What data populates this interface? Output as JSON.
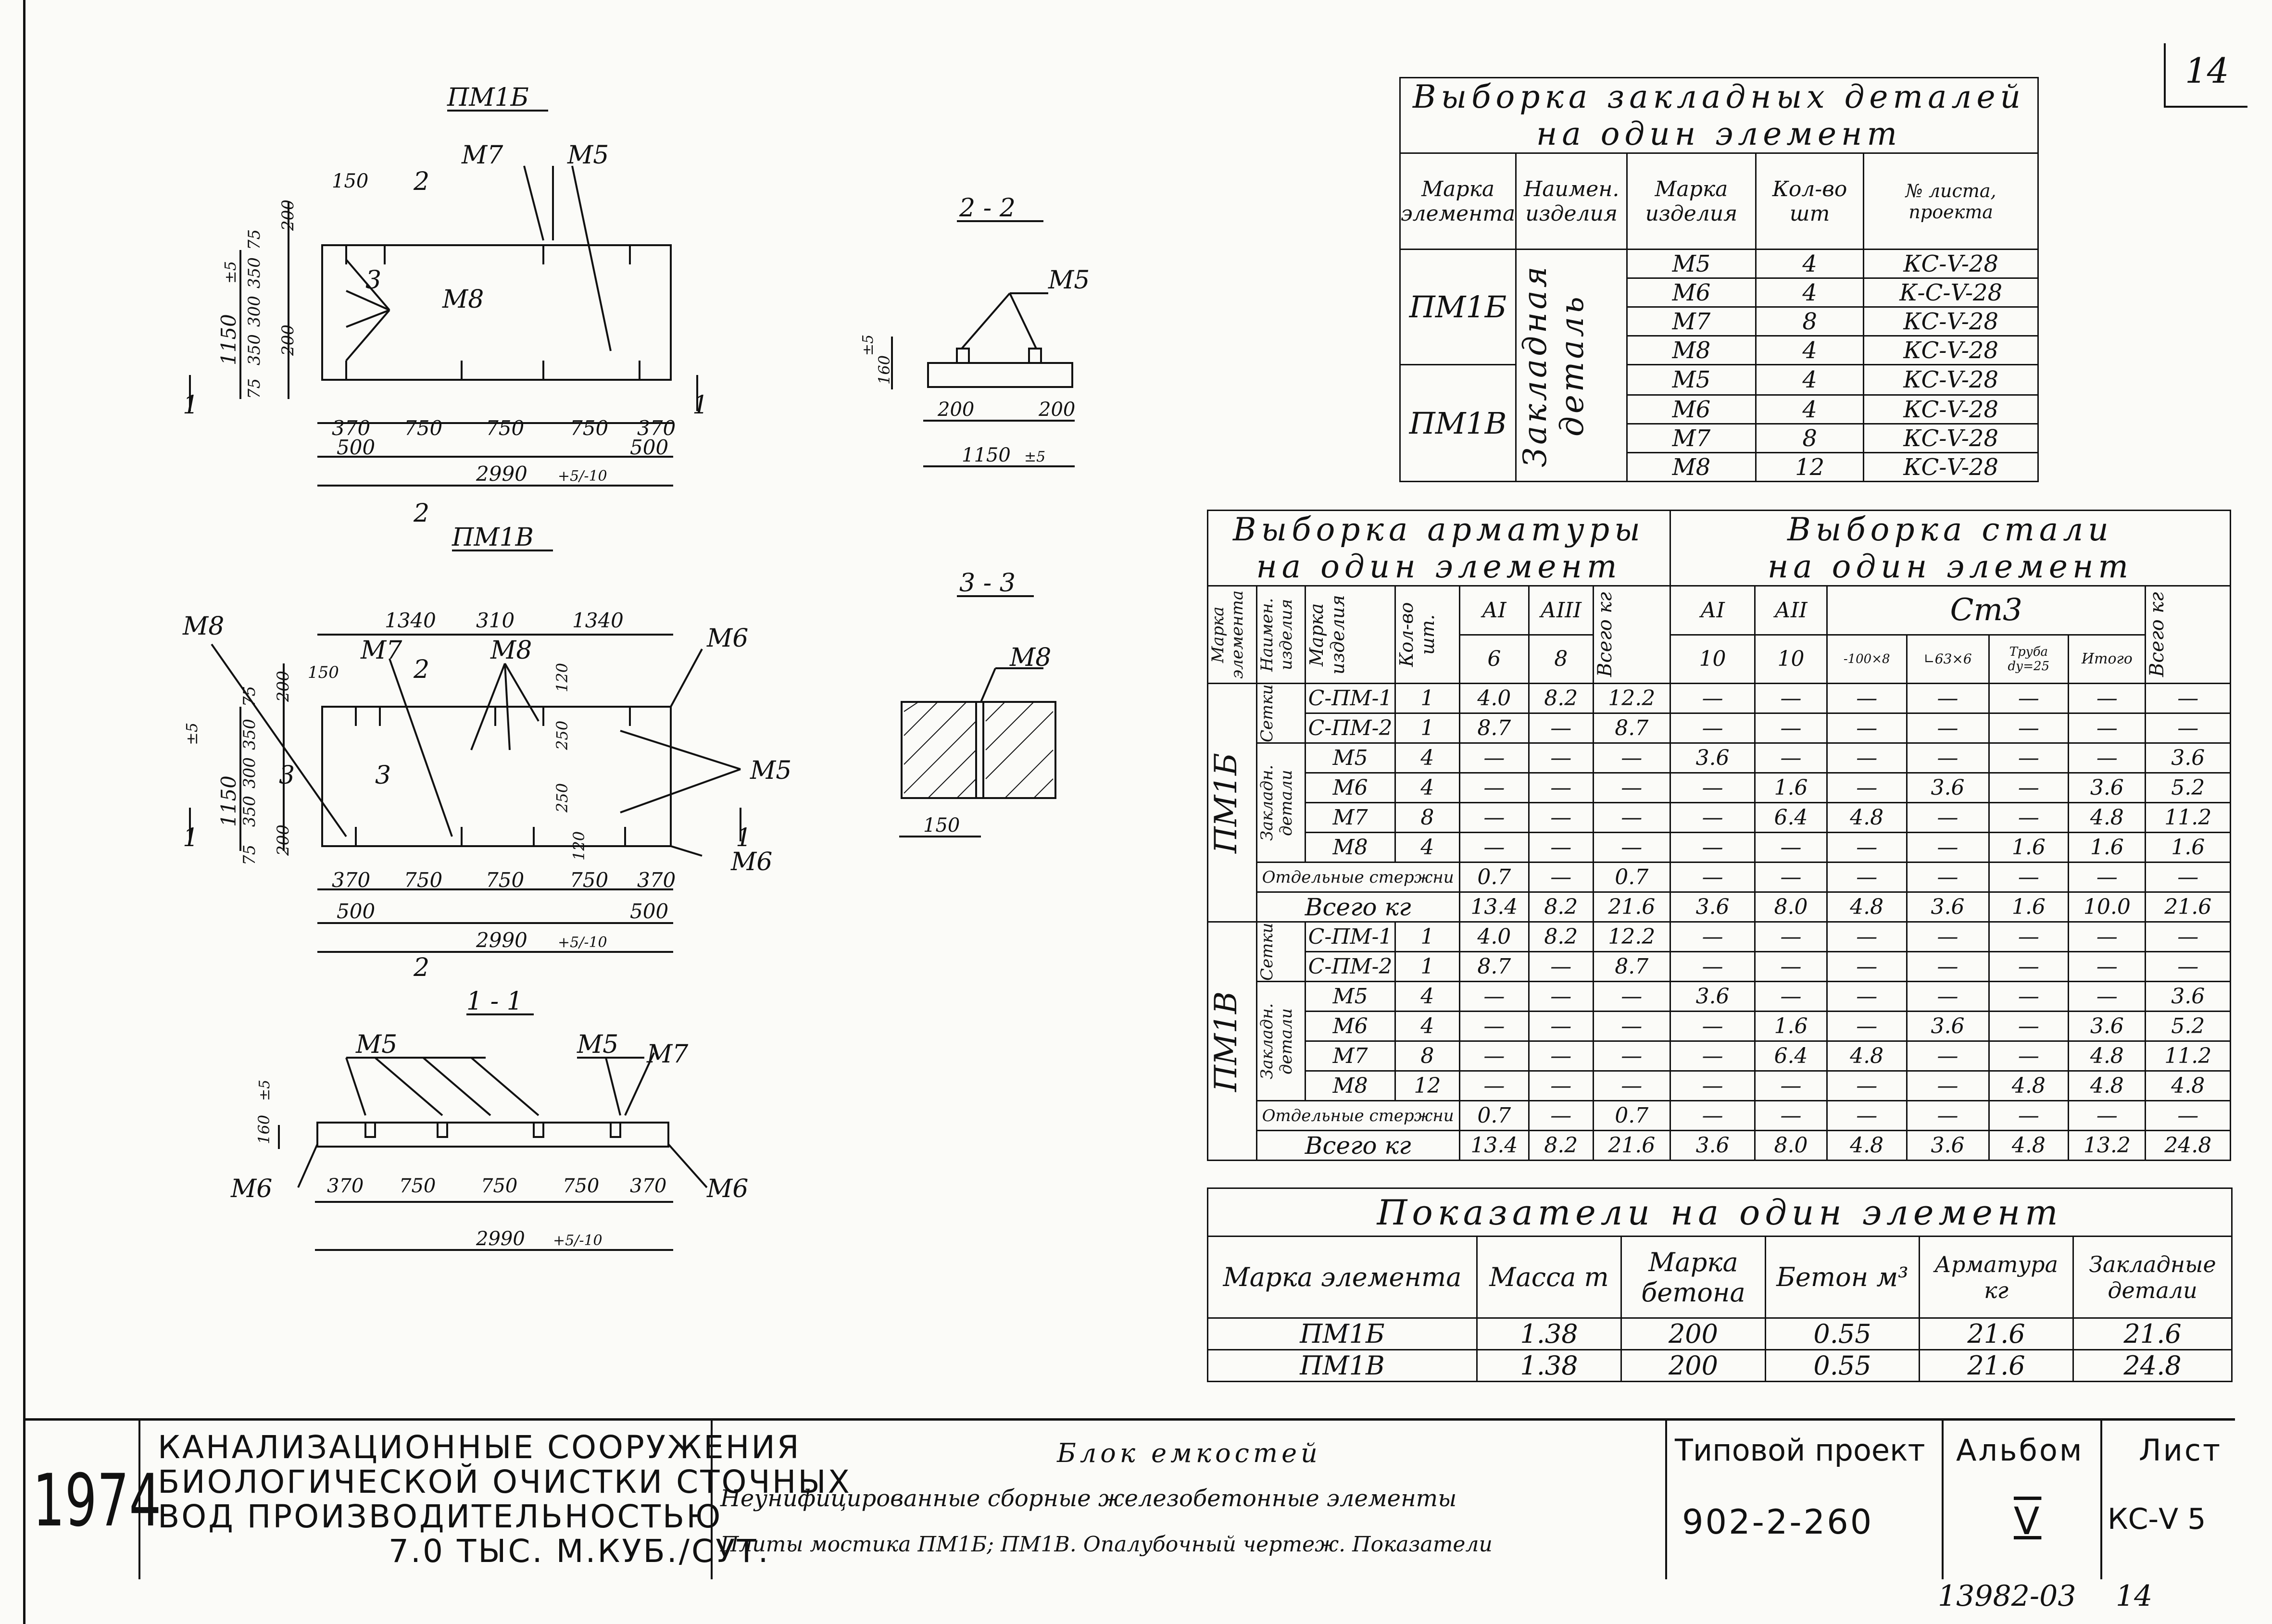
{
  "sheet_corner_number": "14",
  "footer_number": "13982-03",
  "footer_page": "14",
  "drawings": {
    "pm1b": {
      "title": "ПМ1Б",
      "marks": [
        "М7",
        "М5",
        "М8"
      ],
      "section_marks": [
        "2",
        "3",
        "1"
      ],
      "dims_v": [
        "75",
        "200",
        "350",
        "300",
        "350",
        "200",
        "75"
      ],
      "total_h": "1150",
      "tol_h": "±5",
      "dims_h_top": [
        "150"
      ],
      "dims_h": [
        "370",
        "750",
        "750",
        "750",
        "370"
      ],
      "dims_h2": [
        "500",
        "500"
      ],
      "total_w": "2990",
      "tol_w": "+5/-10"
    },
    "pm1v": {
      "title": "ПМ1В",
      "marks": [
        "М8",
        "М7",
        "М8",
        "М6",
        "М5",
        "М6"
      ],
      "section_marks": [
        "2",
        "3",
        "3",
        "1"
      ],
      "dims_top": [
        "1340",
        "310",
        "1340"
      ],
      "dims_small": [
        "150",
        "120",
        "250",
        "250",
        "120"
      ],
      "dims_v": [
        "75",
        "200",
        "350",
        "300",
        "350",
        "75",
        "200"
      ],
      "total_h": "1150",
      "tol_h": "±5",
      "dims_h": [
        "370",
        "750",
        "750",
        "750",
        "370"
      ],
      "dims_h2": [
        "500",
        "500"
      ],
      "total_w": "2990",
      "tol_w": "+5/-10"
    },
    "sec22": {
      "title": "2 - 2",
      "mark": "М5",
      "h": "160",
      "tol": "±5",
      "dims": [
        "200",
        "200"
      ],
      "total": "1150",
      "total_tol": "±5"
    },
    "sec33": {
      "title": "3 - 3",
      "mark": "М8",
      "dim": "150"
    },
    "sec11": {
      "title": "1 - 1",
      "marks": [
        "М5",
        "М5",
        "М7",
        "М6",
        "М6"
      ],
      "h": "160",
      "tol": "±5",
      "dims_h": [
        "370",
        "750",
        "750",
        "750",
        "370"
      ],
      "total_w": "2990",
      "tol_w": "+5/-10"
    }
  },
  "embedded_table": {
    "title_line1": "Выборка закладных деталей",
    "title_line2": "на один элемент",
    "headers": [
      "Марка элемента",
      "Наимен. изделия",
      "Марка изделия",
      "Кол-во шт",
      "№ листа, проекта"
    ],
    "name_merged": "Закладная деталь",
    "groups": [
      {
        "element": "ПМ1Б",
        "rows": [
          [
            "М5",
            "4",
            "КС-V-28"
          ],
          [
            "М6",
            "4",
            "К-С-V-28"
          ],
          [
            "М7",
            "8",
            "КС-V-28"
          ],
          [
            "М8",
            "4",
            "КС-V-28"
          ]
        ]
      },
      {
        "element": "ПМ1В",
        "rows": [
          [
            "М5",
            "4",
            "КС-V-28"
          ],
          [
            "М6",
            "4",
            "КС-V-28"
          ],
          [
            "М7",
            "8",
            "КС-V-28"
          ],
          [
            "М8",
            "12",
            "КС-V-28"
          ]
        ]
      }
    ]
  },
  "rebar_table": {
    "title_left_1": "Выборка арматуры",
    "title_left_2": "на один элемент",
    "title_right_1": "Выборка стали",
    "title_right_2": "на один элемент",
    "h_mark": "Марка элемента",
    "h_name": "Наимен. изделия",
    "h_item": "Марка изделия",
    "h_qty": "Кол-во шт.",
    "h_a1": "АI",
    "h_a3": "АIII",
    "h_total_kg": "Всего кг",
    "h_a1b": "АI",
    "h_a2": "АII",
    "h_st3": "Ст3",
    "h_total2": "Всего кг",
    "sub_d": [
      "6",
      "8",
      "10",
      "10"
    ],
    "sub_st3": [
      "-100×8",
      "∟63×6",
      "Труба dу=25",
      "Итого"
    ],
    "lbl_setki": "Сетки",
    "lbl_zakl": "Закладн. детали",
    "lbl_otd": "Отдельные стержни",
    "lbl_vsego": "Всего",
    "lbl_kg": "кг",
    "groups": [
      {
        "element": "ПМ1Б",
        "rows": [
          [
            "С-ПМ-1",
            "1",
            "4.0",
            "8.2",
            "12.2",
            "—",
            "—",
            "—",
            "—",
            "—",
            "—",
            "—"
          ],
          [
            "С-ПМ-2",
            "1",
            "8.7",
            "—",
            "8.7",
            "—",
            "—",
            "—",
            "—",
            "—",
            "—",
            "—"
          ],
          [
            "М5",
            "4",
            "—",
            "—",
            "—",
            "3.6",
            "—",
            "—",
            "—",
            "—",
            "—",
            "3.6"
          ],
          [
            "М6",
            "4",
            "—",
            "—",
            "—",
            "—",
            "1.6",
            "—",
            "3.6",
            "—",
            "3.6",
            "5.2"
          ],
          [
            "М7",
            "8",
            "—",
            "—",
            "—",
            "—",
            "6.4",
            "4.8",
            "—",
            "—",
            "4.8",
            "11.2"
          ],
          [
            "М8",
            "4",
            "—",
            "—",
            "—",
            "—",
            "—",
            "—",
            "—",
            "1.6",
            "1.6",
            "1.6"
          ]
        ],
        "otd": [
          "0.7",
          "—",
          "0.7",
          "—",
          "—",
          "—",
          "—",
          "—",
          "—",
          "—"
        ],
        "total": [
          "13.4",
          "8.2",
          "21.6",
          "3.6",
          "8.0",
          "4.8",
          "3.6",
          "1.6",
          "10.0",
          "21.6"
        ]
      },
      {
        "element": "ПМ1В",
        "rows": [
          [
            "С-ПМ-1",
            "1",
            "4.0",
            "8.2",
            "12.2",
            "—",
            "—",
            "—",
            "—",
            "—",
            "—",
            "—"
          ],
          [
            "С-ПМ-2",
            "1",
            "8.7",
            "—",
            "8.7",
            "—",
            "—",
            "—",
            "—",
            "—",
            "—",
            "—"
          ],
          [
            "М5",
            "4",
            "—",
            "—",
            "—",
            "3.6",
            "—",
            "—",
            "—",
            "—",
            "—",
            "3.6"
          ],
          [
            "М6",
            "4",
            "—",
            "—",
            "—",
            "—",
            "1.6",
            "—",
            "3.6",
            "—",
            "3.6",
            "5.2"
          ],
          [
            "М7",
            "8",
            "—",
            "—",
            "—",
            "—",
            "6.4",
            "4.8",
            "—",
            "—",
            "4.8",
            "11.2"
          ],
          [
            "М8",
            "12",
            "—",
            "—",
            "—",
            "—",
            "—",
            "—",
            "—",
            "4.8",
            "4.8",
            "4.8"
          ]
        ],
        "otd": [
          "0.7",
          "—",
          "0.7",
          "—",
          "—",
          "—",
          "—",
          "—",
          "—",
          "—"
        ],
        "total": [
          "13.4",
          "8.2",
          "21.6",
          "3.6",
          "8.0",
          "4.8",
          "3.6",
          "4.8",
          "13.2",
          "24.8"
        ]
      }
    ]
  },
  "indicators": {
    "title": "Показатели на один элемент",
    "headers": [
      "Марка элемента",
      "Масса т",
      "Марка бетона",
      "Бетон м³",
      "Арматура кг",
      "Закладные детали"
    ],
    "rows": [
      [
        "ПМ1Б",
        "1.38",
        "200",
        "0.55",
        "21.6",
        "21.6"
      ],
      [
        "ПМ1В",
        "1.38",
        "200",
        "0.55",
        "21.6",
        "24.8"
      ]
    ]
  },
  "stamp": {
    "year": "1974",
    "project_name": [
      "КАНАЛИЗАЦИОННЫЕ СООРУЖЕНИЯ",
      "БИОЛОГИЧЕСКОЙ ОЧИСТКИ СТОЧНЫХ",
      "ВОД ПРОИЗВОДИТЕЛЬНОСТЬЮ",
      "7.0 ТЫС. М.КУБ./СУТ."
    ],
    "desc": [
      "Блок емкостей",
      "Неунифицированные сборные железобетонные элементы",
      "Плиты мостика ПМ1Б; ПМ1В. Опалубочный чертеж. Показатели"
    ],
    "tip_label": "Типовой проект",
    "tip_value": "902-2-260",
    "album_label": "Альбом",
    "album_value": "V",
    "sheet_label": "Лист",
    "sheet_value": "КС-V 5"
  }
}
